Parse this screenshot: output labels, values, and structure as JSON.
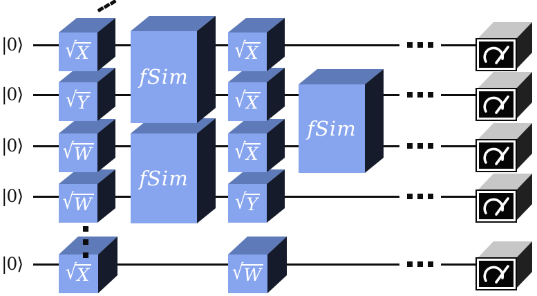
{
  "figure": {
    "name": "quantum-circuit-diagram",
    "background": "#ffffff"
  },
  "palette": {
    "gate_front": "#87a4ee",
    "gate_top": "#5e7ab8",
    "gate_side": "#151b2b",
    "measure_front": "#050505",
    "measure_top": "#c7c7c7",
    "measure_side": "#202020",
    "wire": "#0d0d0d",
    "label_text": "#ffffff",
    "ket_text": "#111111"
  },
  "qubits": [
    {
      "label": "|0⟩"
    },
    {
      "label": "|0⟩"
    },
    {
      "label": "|0⟩"
    },
    {
      "label": "|0⟩"
    },
    {
      "label": "|0⟩"
    }
  ],
  "gates": [
    {
      "name": "sqrt-X",
      "radical": "√",
      "arg": "X"
    },
    {
      "name": "sqrt-Y",
      "radical": "√",
      "arg": "Y"
    },
    {
      "name": "sqrt-W",
      "radical": "√",
      "arg": "W"
    },
    {
      "name": "sqrt-W",
      "radical": "√",
      "arg": "W"
    },
    {
      "name": "fSim",
      "label": "fSim"
    },
    {
      "name": "fSim",
      "label": "fSim"
    },
    {
      "name": "sqrt-X",
      "radical": "√",
      "arg": "X"
    },
    {
      "name": "sqrt-X",
      "radical": "√",
      "arg": "X"
    },
    {
      "name": "sqrt-X",
      "radical": "√",
      "arg": "X"
    },
    {
      "name": "sqrt-Y",
      "radical": "√",
      "arg": "Y"
    },
    {
      "name": "fSim",
      "label": "fSim"
    },
    {
      "name": "sqrt-X",
      "radical": "√",
      "arg": "X"
    },
    {
      "name": "sqrt-W",
      "radical": "√",
      "arg": "W"
    }
  ],
  "measurements": {
    "count": 5,
    "icon": "gauge-icon"
  },
  "icons": {
    "measurement": "gauge-icon",
    "wire_continuation": "horizontal-ellipsis-squares",
    "qubit_continuation_top": "diagonal-ellipsis-dashes",
    "qubit_continuation_bottom": "vertical-ellipsis-dots"
  }
}
